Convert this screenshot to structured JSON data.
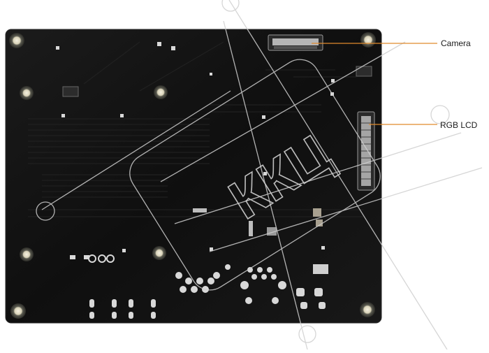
{
  "image": {
    "subject": "black printed circuit board, bottom side",
    "board_color": "#121212",
    "callout_color": "#e08a2c"
  },
  "callouts": [
    {
      "label": "Camera"
    },
    {
      "label": "RGB LCD"
    }
  ],
  "watermark": {
    "text": "ККЦ",
    "color": "#cfcfcf"
  }
}
